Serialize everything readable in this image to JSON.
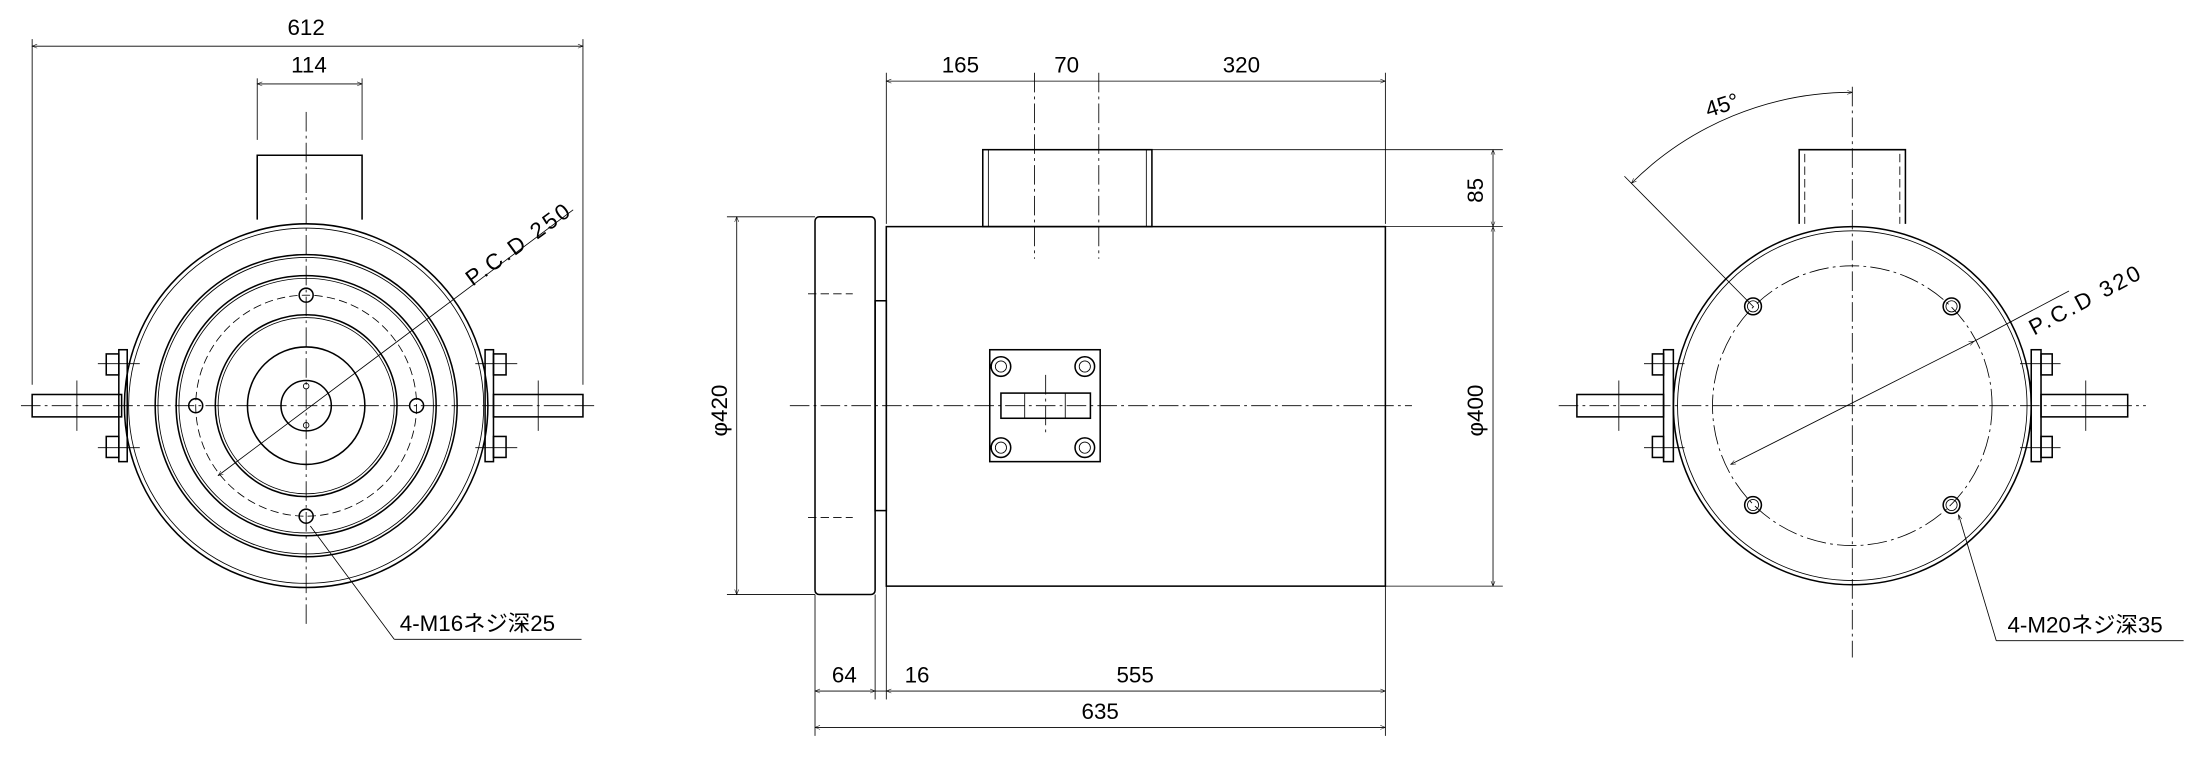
{
  "front_view": {
    "dim_overall_width": "612",
    "dim_pipe_width": "114",
    "pcd_label": "P.C.D 250",
    "thread_note": "4-M16ネジ深25"
  },
  "side_view": {
    "dim_top_left": "165",
    "dim_top_mid": "70",
    "dim_top_right": "320",
    "dim_pipe_height": "85",
    "dim_flange_dia": "φ420",
    "dim_body_dia": "φ400",
    "dim_flange_thk": "64",
    "dim_step": "16",
    "dim_body_len": "555",
    "dim_total_len": "635"
  },
  "rear_view": {
    "angle_label": "45°",
    "pcd_label": "P.C.D 320",
    "thread_note": "4-M20ネジ深35"
  }
}
